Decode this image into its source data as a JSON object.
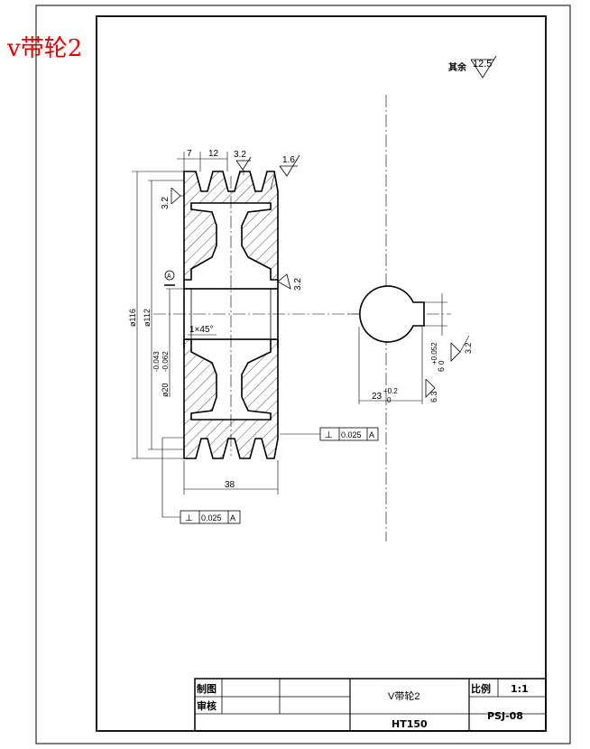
{
  "heading": "v带轮2",
  "roughness_note": {
    "label": "其余",
    "value": "12.5"
  },
  "dimensions": {
    "groove_pitch": "7",
    "groove_width": "12",
    "rough_top": "3.2",
    "rough_right_top": "1.6",
    "rough_left": "3.2",
    "rough_web": "3.2",
    "outer_dia": "ø116",
    "pitch_dia": "ø112",
    "bore_dia": "ø20",
    "bore_tol_upper": "-0.043",
    "bore_tol_lower": "-0.062",
    "chamfer": "1×45°",
    "width": "38",
    "datum": "A",
    "keyway_depth": "23",
    "keyway_depth_tol_upper": "+0.2",
    "keyway_depth_tol_lower": "0",
    "keyway_width": "6",
    "keyway_width_tol_upper": "+0.052",
    "keyway_width_tol_lower": "0",
    "rough_keyway_side": "6.3",
    "rough_keyway_right": "3.2"
  },
  "tolerance_frames": [
    {
      "symbol": "⊥",
      "value": "0.025",
      "datum": "A"
    },
    {
      "symbol": "⊥",
      "value": "0.025",
      "datum": "A"
    }
  ],
  "title_block": {
    "drawn_label": "制图",
    "checked_label": "审核",
    "part_name": "V带轮2",
    "scale_label": "比例",
    "scale_value": "1:1",
    "material": "HT150",
    "drawing_no": "PSJ-08"
  }
}
